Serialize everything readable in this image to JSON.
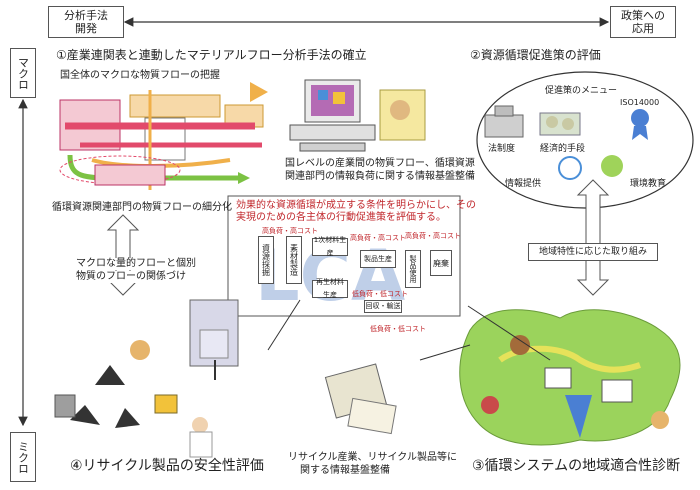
{
  "axis": {
    "top_left": "分析手法\n開発",
    "top_right": "政策への\n応用",
    "left_top": "マクロ",
    "left_bottom": "ミクロ"
  },
  "section1": {
    "title": "①産業連関表と連動したマテリアルフロー分析手法の確立",
    "macro_label": "国全体のマクロな物質フローの把握",
    "detail_label": "循環資源関連部門の物質フローの細分化",
    "info_label_line1": "国レベルの産業間の物質フロー、循環資源",
    "info_label_line2": "関連部門の情報負荷に関する情報基盤整備"
  },
  "section2": {
    "title": "②資源循環促進策の評価",
    "menu_label": "促進策のメニュー",
    "iso_label": "ISO14000",
    "items": [
      "法制度",
      "経済的手段",
      "情報提供",
      "環境教育"
    ]
  },
  "center": {
    "text_line1": "効果的な資源循環が成立する条件を明らかにし、その",
    "text_line2": "実現のための各主体の行動促進策を評価する。",
    "watermark": "LCA",
    "flow_boxes": [
      "資源採掘",
      "素材製造",
      "1次材料生産",
      "製品生産",
      "製品使用",
      "廃棄",
      "再生材料生産",
      "回収・輸送"
    ],
    "cost_notes": [
      "高負荷・高コスト",
      "高負荷・高コスト",
      "高負荷・高コスト",
      "低負荷・低コスト",
      "低負荷・低コスト"
    ]
  },
  "left_mid": {
    "relation_line1": "マクロな量的フローと個別",
    "relation_line2": "物質のフローの関係づけ"
  },
  "right_mid": {
    "regional_label": "地域特性に応じた取り組み"
  },
  "section3": {
    "title": "③循環システムの地域適合性診断"
  },
  "section4": {
    "title": "④リサイクル製品の安全性評価",
    "info_line1": "リサイクル産業、リサイクル製品等に",
    "info_line2": "関する情報基盤整備"
  },
  "colors": {
    "flow_red": "#e24a6b",
    "flow_green": "#7cc243",
    "flow_orange": "#f0b04a",
    "map_green": "#9bd35c",
    "map_yellow": "#e6e25a",
    "text_red": "#c0262b",
    "watermark_blue": "#8aa7d6"
  }
}
